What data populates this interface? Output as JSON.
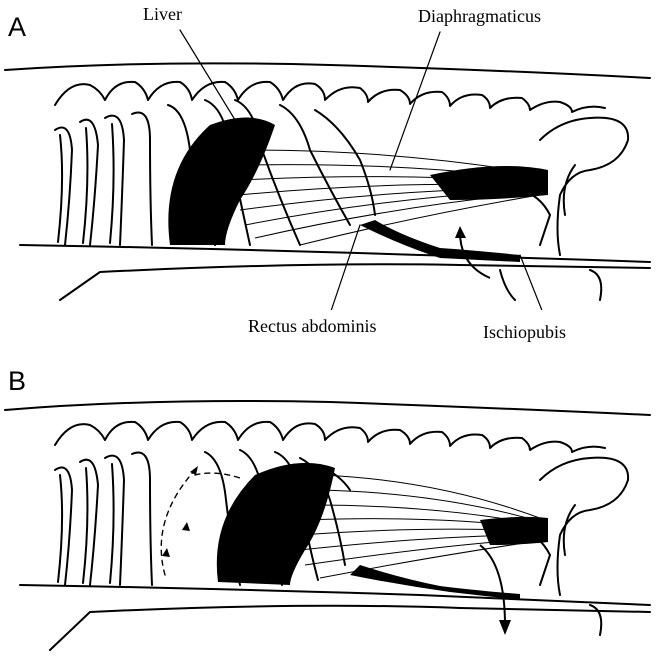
{
  "panels": [
    {
      "letter": "A",
      "labels": {
        "liver": "Liver",
        "diaphragmaticus": "Diaphragmaticus",
        "rectus": "Rectus abdominis",
        "ischiopubis": "Ischiopubis"
      }
    },
    {
      "letter": "B"
    }
  ]
}
